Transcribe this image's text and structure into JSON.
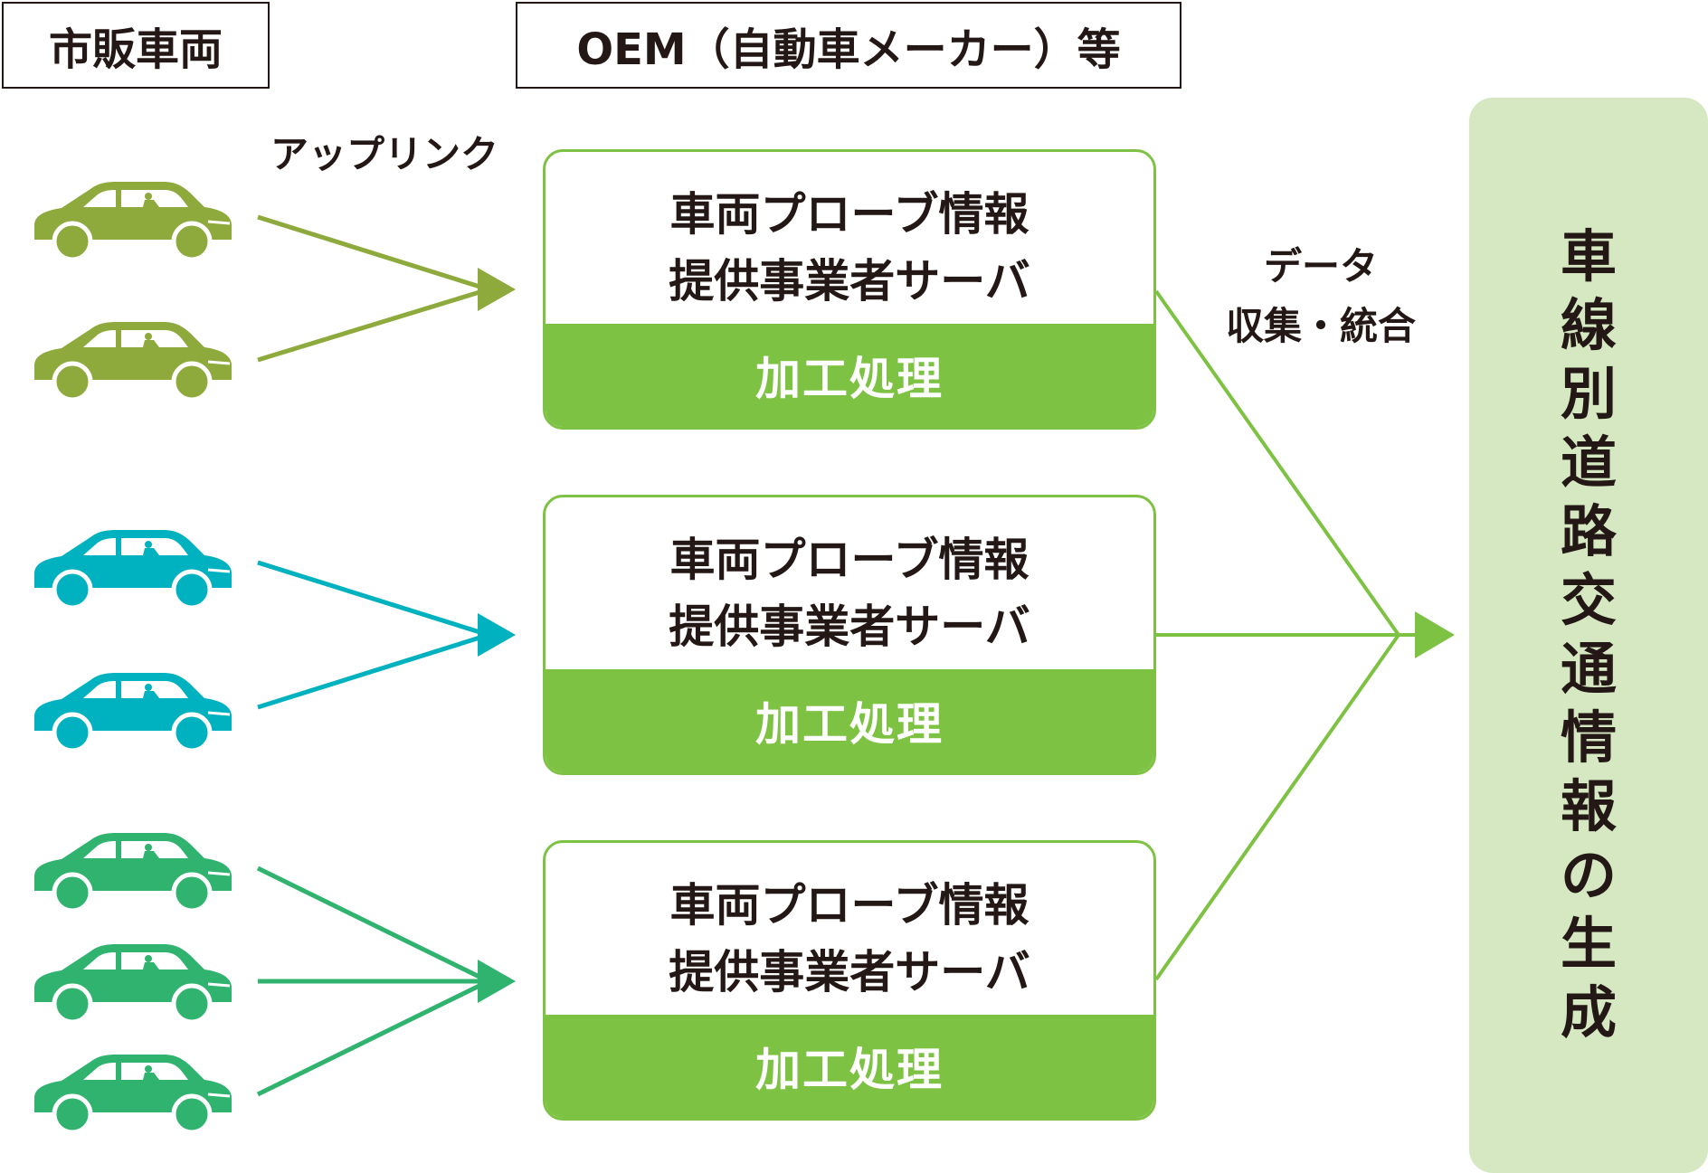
{
  "headers": {
    "vehicles": "市販車両",
    "oem": "OEM（自動車メーカー）等"
  },
  "labels": {
    "uplink": "アップリンク",
    "collect_line1": "データ",
    "collect_line2": "収集・統合"
  },
  "servers": [
    {
      "line1": "車両プローブ情報",
      "line2": "提供事業者サーバ",
      "band": "加工処理"
    },
    {
      "line1": "車両プローブ情報",
      "line2": "提供事業者サーバ",
      "band": "加工処理"
    },
    {
      "line1": "車両プローブ情報",
      "line2": "提供事業者サーバ",
      "band": "加工処理"
    }
  ],
  "result": {
    "chars": [
      "車",
      "線",
      "別",
      "道",
      "路",
      "交",
      "通",
      "情",
      "報",
      "の",
      "生",
      "成"
    ]
  },
  "colors": {
    "group1": "#8faa3c",
    "group2": "#00b2bf",
    "group3": "#2fb36e",
    "accent": "#7dc242",
    "result_bg": "#d5e8c2"
  },
  "icons": [
    "car-icon"
  ]
}
